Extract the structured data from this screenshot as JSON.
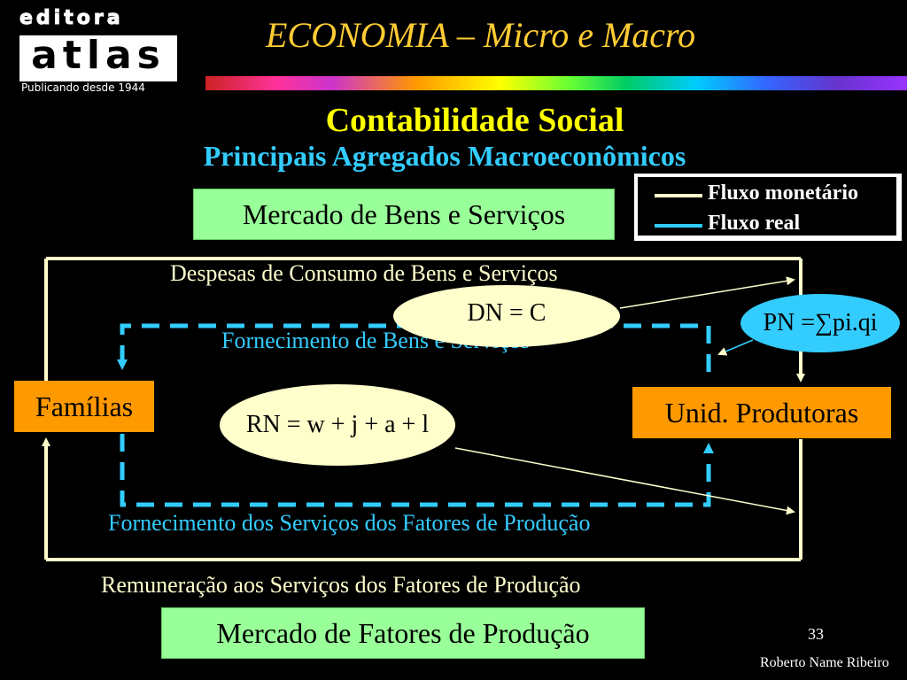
{
  "logo": {
    "word1": "editora",
    "word2": "atlas",
    "tagline": "Publicando desde 1944"
  },
  "header": {
    "deck_title": "ECONOMIA – Micro e Macro",
    "slide_title": "Contabilidade Social",
    "slide_subtitle": "Principais Agregados Macroeconômicos"
  },
  "legend": {
    "items": [
      {
        "label": "Fluxo monetário",
        "color": "#ffffcc"
      },
      {
        "label": "Fluxo real",
        "color": "#33ccff"
      }
    ]
  },
  "diagram": {
    "market_goods": "Mercado de Bens e Serviços",
    "market_factors": "Mercado de Fatores de Produção",
    "families": "Famílias",
    "producers": "Unid. Produtoras",
    "flow_consumption_spending": "Despesas de Consumo de Bens e Serviços",
    "flow_goods_supply": "Fornecimento de Bens e Serviços",
    "flow_factor_services": "Fornecimento dos Serviços dos Fatores de Produção",
    "flow_factor_remuneration": "Remuneração aos Serviços dos Fatores de Produção",
    "dn_formula": "DN = C",
    "rn_formula": "RN = w + j + a + l",
    "pn_formula": "PN =∑pi.qi"
  },
  "colors": {
    "monetary_flow": "#ffffcc",
    "real_flow": "#33ccff",
    "title": "#ffff00",
    "subtitle": "#33ccff",
    "deck_title": "#ffcc33",
    "agent_box": "#ff9900",
    "market_box": "#99ff99"
  },
  "footer": {
    "page_number": "33",
    "author": "Roberto Name Ribeiro"
  }
}
